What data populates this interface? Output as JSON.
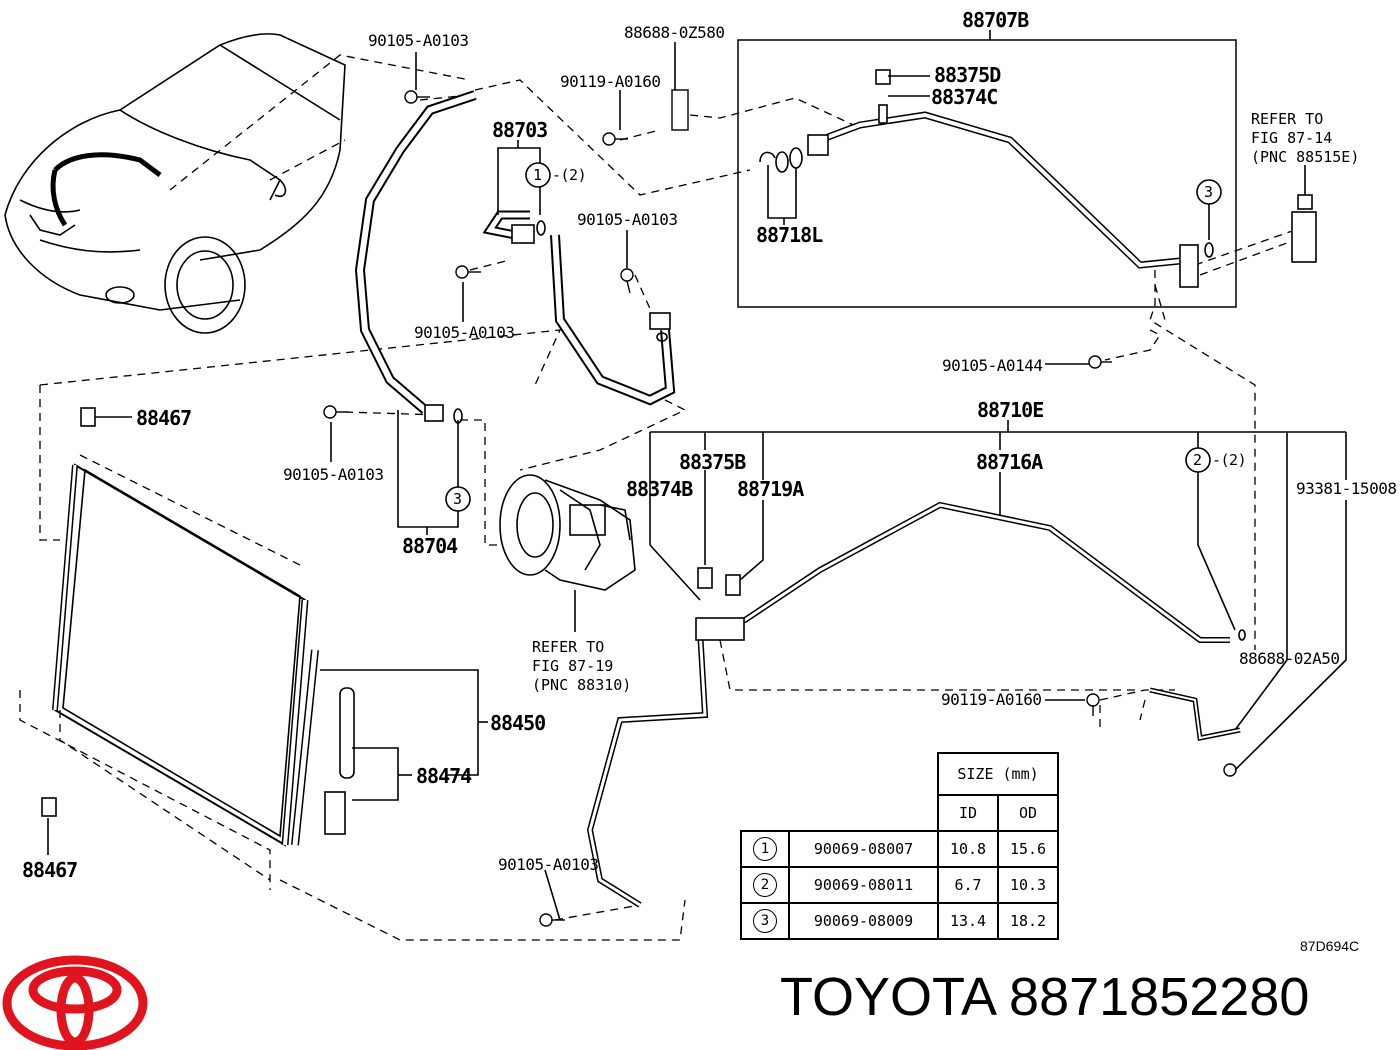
{
  "diagram": {
    "labels": {
      "p88707B": "88707B",
      "p88375D": "88375D",
      "p88374C": "88374C",
      "p88718L": "88718L",
      "p88703": "88703",
      "p88704": "88704",
      "p88467_top": "88467",
      "p88467_bot": "88467",
      "p88450": "88450",
      "p88474": "88474",
      "p88710E": "88710E",
      "p88375B": "88375B",
      "p88374B": "88374B",
      "p88719A": "88719A",
      "p88716A": "88716A",
      "p93381": "93381-15008",
      "p88688_02A50": "88688-02A50",
      "p88688_0Z580": "88688-0Z580",
      "p90119_top": "90119-A0160",
      "p90119_mid": "90119-A0160",
      "p90105_a": "90105-A0103",
      "p90105_b": "90105-A0103",
      "p90105_c": "90105-A0103",
      "p90105_d": "90105-A0103",
      "p90105_e": "90105-A0103",
      "p90105_0144": "90105-A0144",
      "c1_mark": "1",
      "c1_note": "-(2)",
      "c2_mark": "2",
      "c2_note": "-(2)",
      "c3_top": "3",
      "c3_left": "3"
    },
    "refs": {
      "ref_8814": "REFER TO\nFIG 87-14\n(PNC 88515E)",
      "ref_8719": "REFER TO\nFIG 87-19\n(PNC 88310)"
    },
    "size_table": {
      "header": "SIZE (mm)",
      "col_id": "ID",
      "col_od": "OD",
      "rows": [
        {
          "mark": "1",
          "part": "90069-08007",
          "id": "10.8",
          "od": "15.6"
        },
        {
          "mark": "2",
          "part": "90069-08011",
          "id": "6.7",
          "od": "10.3"
        },
        {
          "mark": "3",
          "part": "90069-08009",
          "id": "13.4",
          "od": "18.2"
        }
      ]
    },
    "figure_code": "87D694C",
    "brand_text": "TOYOTA 8871852280",
    "logo_color": "#e0141e"
  }
}
